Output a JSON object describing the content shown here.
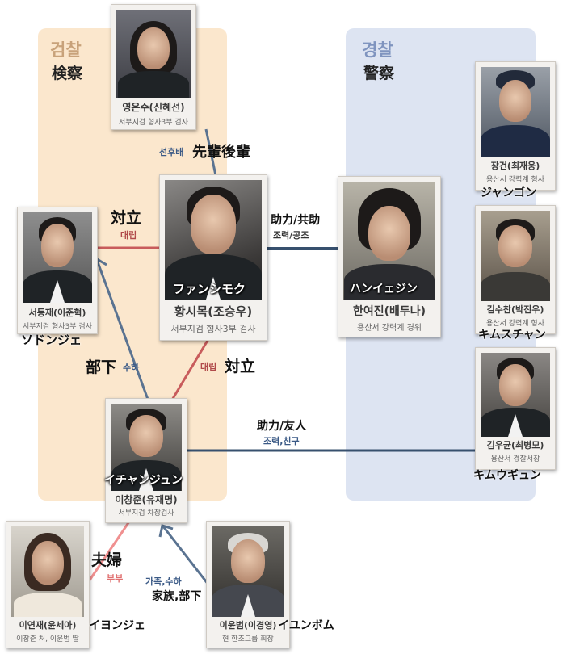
{
  "zones": {
    "prosecution": {
      "ko": "검찰",
      "ja": "検察",
      "ko_color": "#c8a27a"
    },
    "police": {
      "ko": "경찰",
      "ja": "警察",
      "ko_color": "#7f94bf"
    }
  },
  "characters": {
    "young": {
      "name": "영은수(신혜선)",
      "role": "서부지검 형사3부 검사",
      "ja": ""
    },
    "hwang": {
      "name": "황시목(조승우)",
      "role": "서부지검 형사3부 검사",
      "ja": "ファンシモク"
    },
    "seo": {
      "name": "서동재(이준혁)",
      "role": "서부지검 형사3부 검사",
      "ja": "ソドンジェ"
    },
    "han": {
      "name": "한여진(배두나)",
      "role": "용산서 강력계 경위",
      "ja": "ハンイェジン"
    },
    "jang": {
      "name": "장건(최재웅)",
      "role": "용산서 강력계 형사",
      "ja": "ジャンゴン"
    },
    "kimsc": {
      "name": "김수찬(박진우)",
      "role": "용산서 강력계 형사",
      "ja": "キムスチャン"
    },
    "kimwg": {
      "name": "김우균(최병모)",
      "role": "용산서 경찰서장",
      "ja": "キムウギュン"
    },
    "lee_cj": {
      "name": "이창준(유재명)",
      "role": "서부지검 차장검사",
      "ja": "イチャンジュン"
    },
    "lee_yj": {
      "name": "이연재(윤세아)",
      "role": "이창준 처, 이윤범 딸",
      "ja": "イヨンジェ"
    },
    "lee_yb": {
      "name": "이윤범(이경영)",
      "role": "현 한조그룹 회장",
      "ja": "イユンボム"
    }
  },
  "relations": {
    "senior": {
      "ko": "선후배",
      "ja": "先輩後輩"
    },
    "rival_seo": {
      "ja": "対立",
      "ko": "대립"
    },
    "help_han": {
      "ja": "助力/共助",
      "ko": "조력/공조"
    },
    "subordinate": {
      "ja": "部下",
      "ko": "수하"
    },
    "rival_lee": {
      "ko": "대립",
      "ja": "対立"
    },
    "help_kim": {
      "ja": "助力/友人",
      "ko": "조력,친구"
    },
    "couple": {
      "ja": "夫婦",
      "ko": "부부"
    },
    "family": {
      "ko": "가족,수하",
      "ja": "家族,部下"
    }
  },
  "colors": {
    "red": "#c85c5c",
    "blue": "#5a7391",
    "navy": "#37506e",
    "pink": "#f09090"
  }
}
